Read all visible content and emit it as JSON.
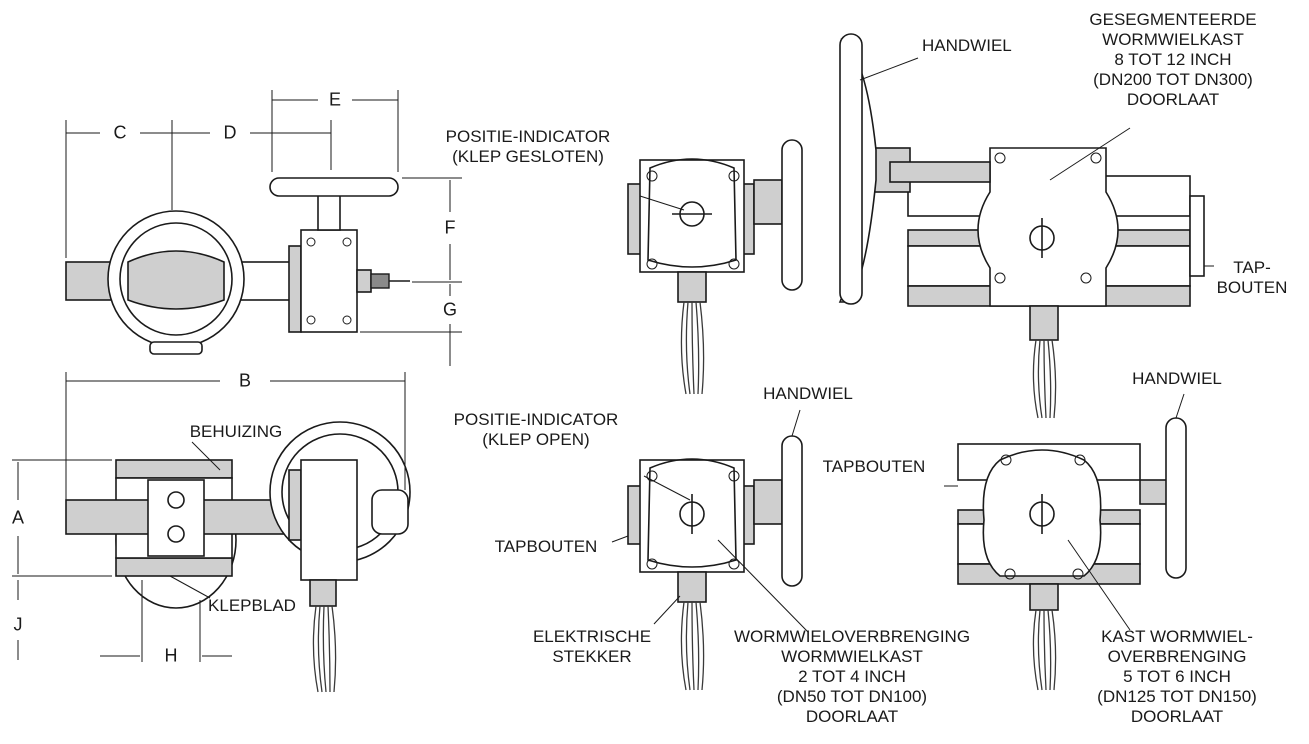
{
  "labels": {
    "posind_closed_1": "POSITIE-INDICATOR",
    "posind_closed_2": "(KLEP GESLOTEN)",
    "handwheel_top_right": "HANDWIEL",
    "seg_1": "GESEGMENTEERDE",
    "seg_2": "WORMWIELKAST",
    "seg_3": "8 TOT 12 INCH",
    "seg_4": "(DN200 TOT DN300)",
    "seg_5": "DOORLAAT",
    "tap_1": "TAP-",
    "tap_2": "BOUTEN",
    "handwheel_mid": "HANDWIEL",
    "handwheel_right": "HANDWIEL",
    "posind_open_1": "POSITIE-INDICATOR",
    "posind_open_2": "(KLEP OPEN)",
    "tapbouten_right": "TAPBOUTEN",
    "tapbouten_left": "TAPBOUTEN",
    "behuizing": "BEHUIZING",
    "klepblad": "KLEPBLAD",
    "elek_1": "ELEKTRISCHE",
    "elek_2": "STEKKER",
    "worm_1": "WORMWIELOVERBRENGING",
    "worm_2": "WORMWIELKAST",
    "worm_3": "2 TOT 4 INCH",
    "worm_4": "(DN50 TOT DN100)",
    "worm_5": "DOORLAAT",
    "kast_1": "KAST WORMWIEL-",
    "kast_2": "OVERBRENGING",
    "kast_3": "5 TOT 6 INCH",
    "kast_4": "(DN125 TOT DN150)",
    "kast_5": "DOORLAAT"
  },
  "dimensions": {
    "a": "A",
    "b": "B",
    "c": "C",
    "d": "D",
    "e": "E",
    "f": "F",
    "g": "G",
    "h": "H",
    "j": "J"
  }
}
